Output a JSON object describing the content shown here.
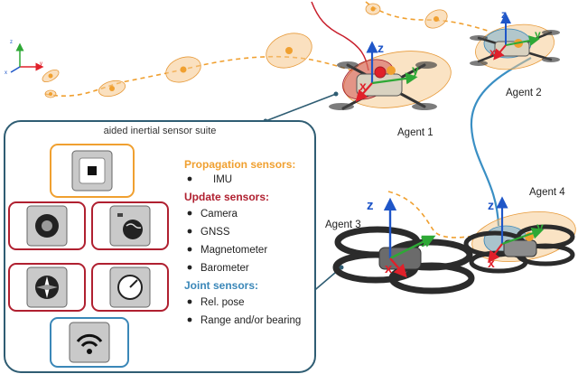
{
  "suite": {
    "title": "aided inertial sensor suite",
    "propagation_header": "Propagation sensors:",
    "propagation_items": [
      "IMU"
    ],
    "update_header": "Update sensors:",
    "update_items": [
      "Camera",
      "GNSS",
      "Magnetometer",
      "Barometer"
    ],
    "joint_header": "Joint sensors:",
    "joint_items": [
      "Rel. pose",
      "Range and/or bearing"
    ]
  },
  "agents": {
    "agent1": "Agent 1",
    "agent2": "Agent 2",
    "agent3": "Agent 3",
    "agent4": "Agent 4"
  },
  "axes": {
    "x": "x",
    "y": "y",
    "z": "z"
  },
  "colors": {
    "propagation": "#f0a030",
    "update": "#b02030",
    "joint": "#3a87b8",
    "suite_border": "#2f5d73",
    "link": "#3a8fc4",
    "trajectory": "#f0a030",
    "ellipse_fill": "#f6c78a",
    "axis_x": "#e0202a",
    "axis_y": "#2ea836",
    "axis_z": "#1f56c8"
  },
  "icons": {
    "imu_chip": "imu-chip-icon",
    "camera_chip": "camera-aperture-chip-icon",
    "gnss_chip": "gnss-globe-chip-icon",
    "magnetometer_chip": "compass-chip-icon",
    "barometer_chip": "gauge-chip-icon",
    "joint_chip": "wifi-chip-icon"
  }
}
